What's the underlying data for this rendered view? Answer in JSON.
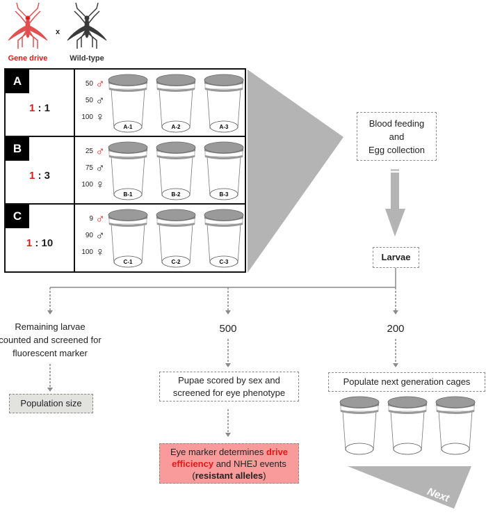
{
  "header": {
    "gene_drive_label": "Gene drive",
    "wild_type_label": "Wild-type",
    "cross_symbol": "x",
    "colors": {
      "gene_drive": "#e01818",
      "wild_type": "#333333"
    }
  },
  "treatments": [
    {
      "id": "A",
      "ratio_gd": "1",
      "ratio_sep": " : ",
      "ratio_wt": "1",
      "counts": [
        {
          "value": "50",
          "sex": "male",
          "type": "gene drive"
        },
        {
          "value": "50",
          "sex": "male",
          "type": "wild-type"
        },
        {
          "value": "100",
          "sex": "female",
          "type": "wild-type"
        }
      ],
      "cages": [
        "A-1",
        "A-2",
        "A-3"
      ]
    },
    {
      "id": "B",
      "ratio_gd": "1",
      "ratio_sep": " : ",
      "ratio_wt": "3",
      "counts": [
        {
          "value": "25",
          "sex": "male",
          "type": "gene drive"
        },
        {
          "value": "75",
          "sex": "male",
          "type": "wild-type"
        },
        {
          "value": "100",
          "sex": "female",
          "type": "wild-type"
        }
      ],
      "cages": [
        "B-1",
        "B-2",
        "B-3"
      ]
    },
    {
      "id": "C",
      "ratio_gd": "1",
      "ratio_sep": " : ",
      "ratio_wt": "10",
      "counts": [
        {
          "value": "9",
          "sex": "male",
          "type": "gene drive"
        },
        {
          "value": "90",
          "sex": "male",
          "type": "wild-type"
        },
        {
          "value": "100",
          "sex": "female",
          "type": "wild-type"
        }
      ],
      "cages": [
        "C-1",
        "C-2",
        "C-3"
      ]
    }
  ],
  "symbols": {
    "male": "♂",
    "female": "♀"
  },
  "flow": {
    "blood_feeding": [
      "Blood feeding",
      "and",
      "Egg collection"
    ],
    "larvae": "Larvae",
    "branch_left": [
      "Remaining larvae",
      "counted and screened for",
      "fluorescent marker"
    ],
    "population_size": "Population size",
    "branch_mid_count": "500",
    "pupae_box": [
      "Pupae scored by sex and",
      "screened for eye phenotype"
    ],
    "eye_marker": {
      "part1": "Eye marker determines ",
      "highlight1": "drive",
      "highlight2": "efficiency",
      "part2": " and NHEJ events",
      "open_paren": "(",
      "bold": "resistant alleles",
      "close_paren": ")"
    },
    "branch_right_count": "200",
    "populate_box": "Populate next generation cages",
    "next_label": "Next"
  }
}
